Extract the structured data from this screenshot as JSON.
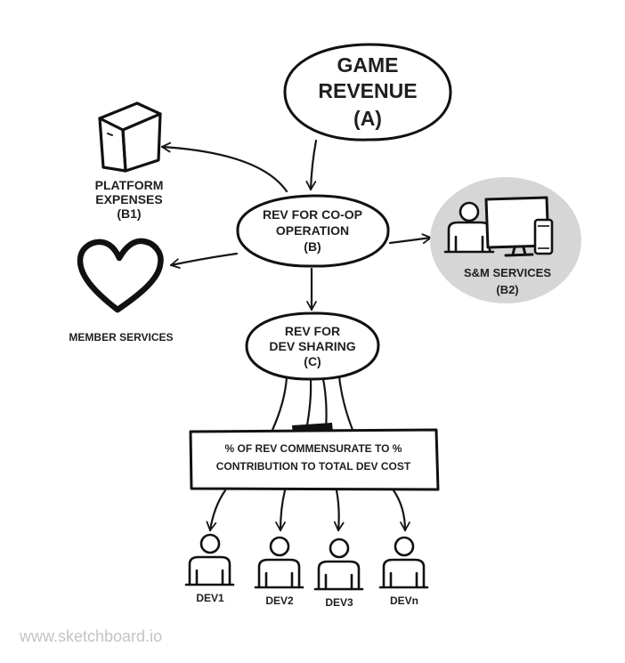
{
  "nodes": {
    "game_revenue": {
      "lines": [
        "GAME",
        "REVENUE",
        "(A)"
      ]
    },
    "co_op": {
      "lines": [
        "REV FOR CO-OP",
        "OPERATION",
        "(B)"
      ]
    },
    "platform": {
      "lines": [
        "PLATFORM",
        "EXPENSES",
        "(B1)"
      ]
    },
    "sm_services": {
      "lines": [
        "S&M SERVICES",
        "(B2)"
      ]
    },
    "member": {
      "label": "MEMBER SERVICES"
    },
    "dev_sharing": {
      "lines": [
        "REV FOR",
        "DEV SHARING",
        "(C)"
      ]
    },
    "commensurate": {
      "lines": [
        "% OF REV COMMENSURATE TO %",
        "CONTRIBUTION TO TOTAL DEV COST"
      ]
    },
    "devs": [
      "DEV1",
      "DEV2",
      "DEV3",
      "DEVn"
    ]
  },
  "watermark": "www.sketchboard.io",
  "colors": {
    "ink": "#151515",
    "sm_bubble": "#d6d6d6",
    "watermark": "#c4c4c4"
  }
}
